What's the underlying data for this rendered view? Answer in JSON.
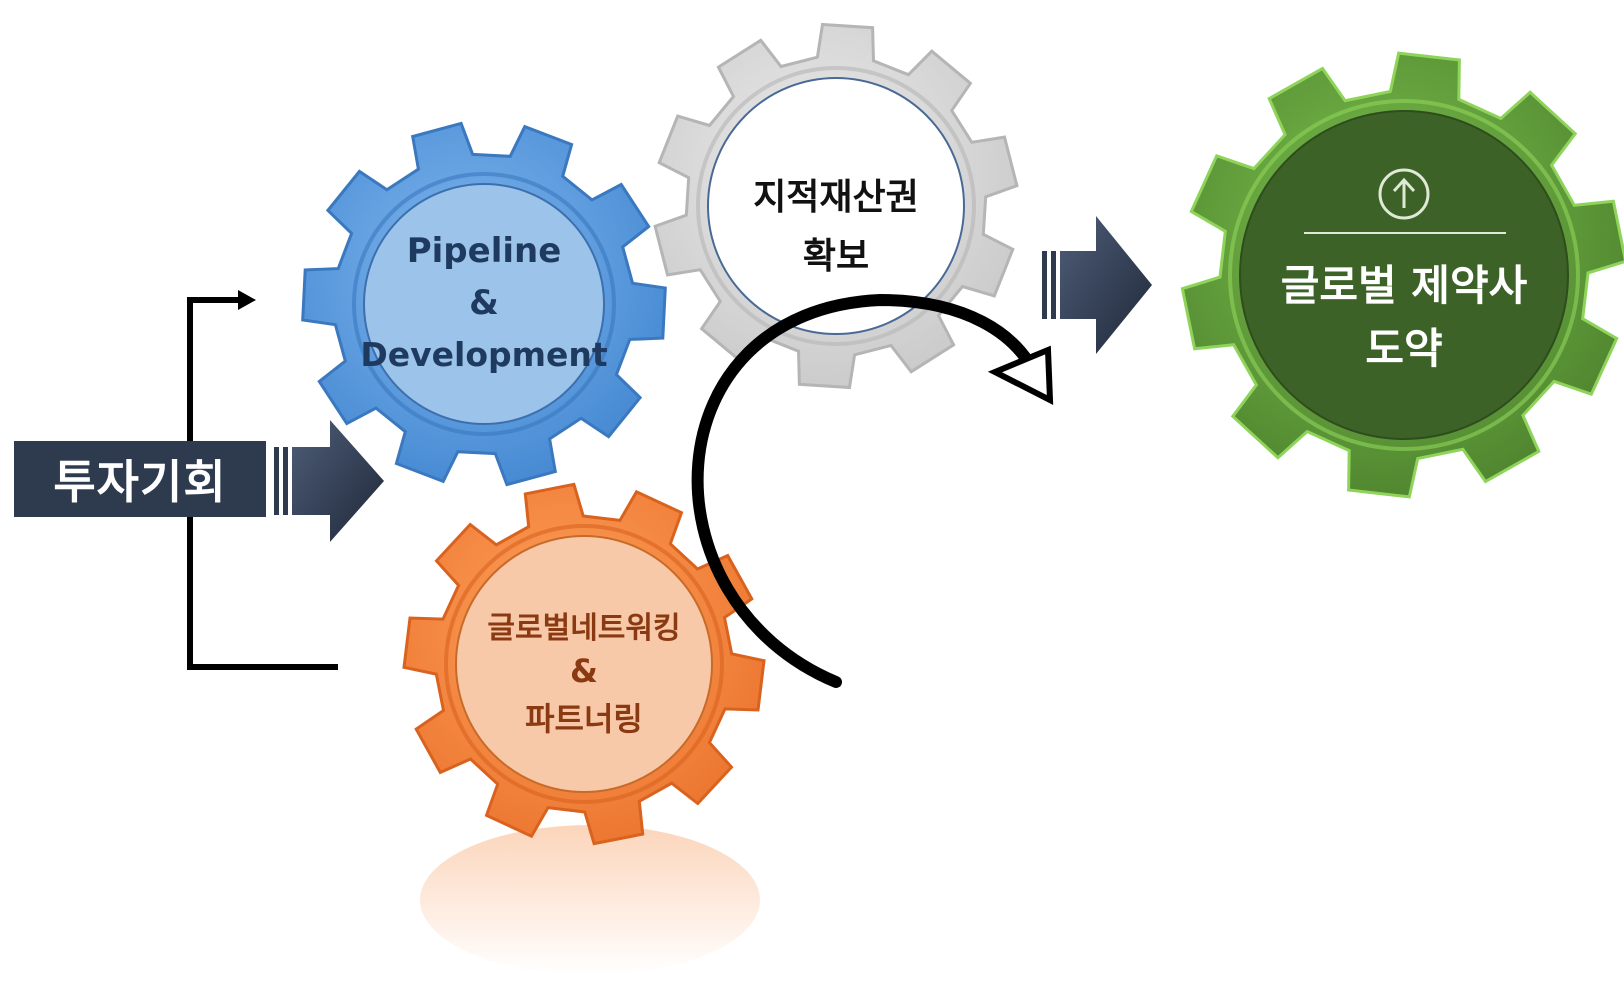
{
  "left_box": {
    "label": "투자기회"
  },
  "gears": {
    "pipeline": {
      "lines": [
        "Pipeline",
        "&",
        "Development"
      ],
      "color": "#5a9ee0",
      "inner": "#9cc3ea",
      "text_color": "#1f3a5f"
    },
    "ip": {
      "lines": [
        "지적재산권",
        "확보"
      ],
      "color": "#d4d4d4",
      "inner": "#ffffff",
      "text_color": "#111111"
    },
    "networking": {
      "lines": [
        "글로벌네트워킹",
        "&",
        "파트너링"
      ],
      "color": "#f5863a",
      "inner": "#f8c9a8",
      "text_color": "#8a3a12"
    },
    "goal": {
      "lines": [
        "글로벌 제약사",
        "도약"
      ],
      "color": "#5a8f38",
      "inner": "#3c6227",
      "text_color": "#ffffff",
      "icon": "arrow-up-circle-icon"
    }
  },
  "colors": {
    "arrow_dark": "#2e3a4e",
    "connector": "#000000"
  }
}
